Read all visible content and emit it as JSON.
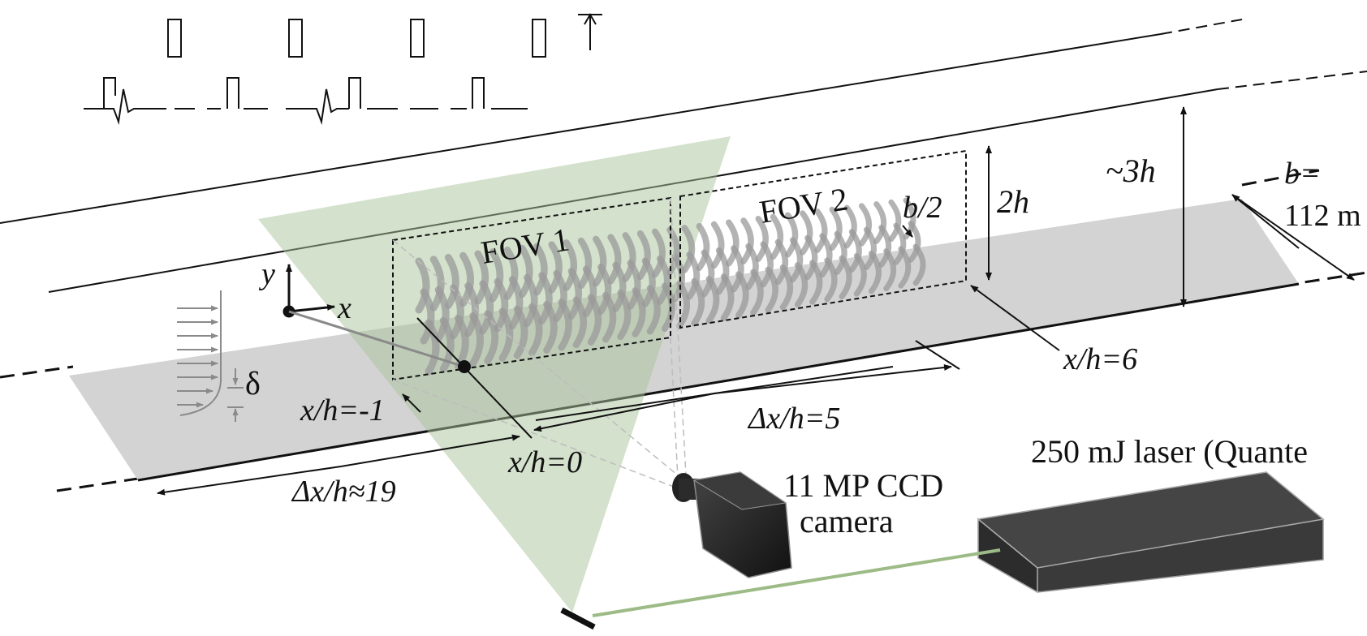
{
  "labels": {
    "fov1": "FOV 1",
    "fov2": "FOV 2",
    "b_half": "b/2",
    "two_h": "2h",
    "three_h": "~3h",
    "b_eq": "b=",
    "b_val": "112 m",
    "x_h_6": "x/h=6",
    "x_h_m1": "x/h=-1",
    "x_h_0": "x/h=0",
    "dx_5": "Δx/h=5",
    "dx_19": "Δx/h≈19",
    "delta": "δ",
    "axis_x": "x",
    "axis_y": "y",
    "camera_l1": "11 MP CCD",
    "camera_l2": "camera",
    "laser": "250 mJ laser (Quante"
  },
  "colors": {
    "plate": "#d3d3d3",
    "sheet": "#a9c49a",
    "sheet_opacity": 0.5,
    "vortex": "#9a9a9a",
    "laser_body": "#3a3a3a",
    "beam": "#9dbb86"
  }
}
